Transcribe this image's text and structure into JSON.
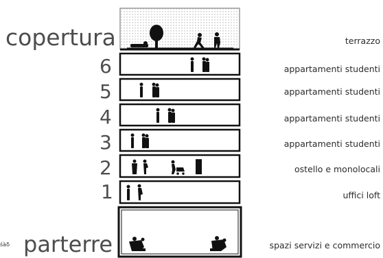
{
  "levels": [
    {
      "id": "copertura",
      "label": "copertura",
      "use": "terrazzo"
    },
    {
      "id": "6",
      "label": "6",
      "use": "appartamenti studenti"
    },
    {
      "id": "5",
      "label": "5",
      "use": "appartamenti studenti"
    },
    {
      "id": "4",
      "label": "4",
      "use": "appartamenti studenti"
    },
    {
      "id": "3",
      "label": "3",
      "use": "appartamenti studenti"
    },
    {
      "id": "2",
      "label": "2",
      "use": "ostello e monolocali"
    },
    {
      "id": "1",
      "label": "1",
      "use": "uffici loft"
    },
    {
      "id": "parterre",
      "label": "parterre",
      "use": "spazi servizi e commercio"
    }
  ],
  "corner_mark": "śàδ",
  "colors": {
    "ink": "#111111",
    "label": "#4d4d4d",
    "text": "#2b2b2b",
    "roof_border": "#9a9a9a"
  }
}
